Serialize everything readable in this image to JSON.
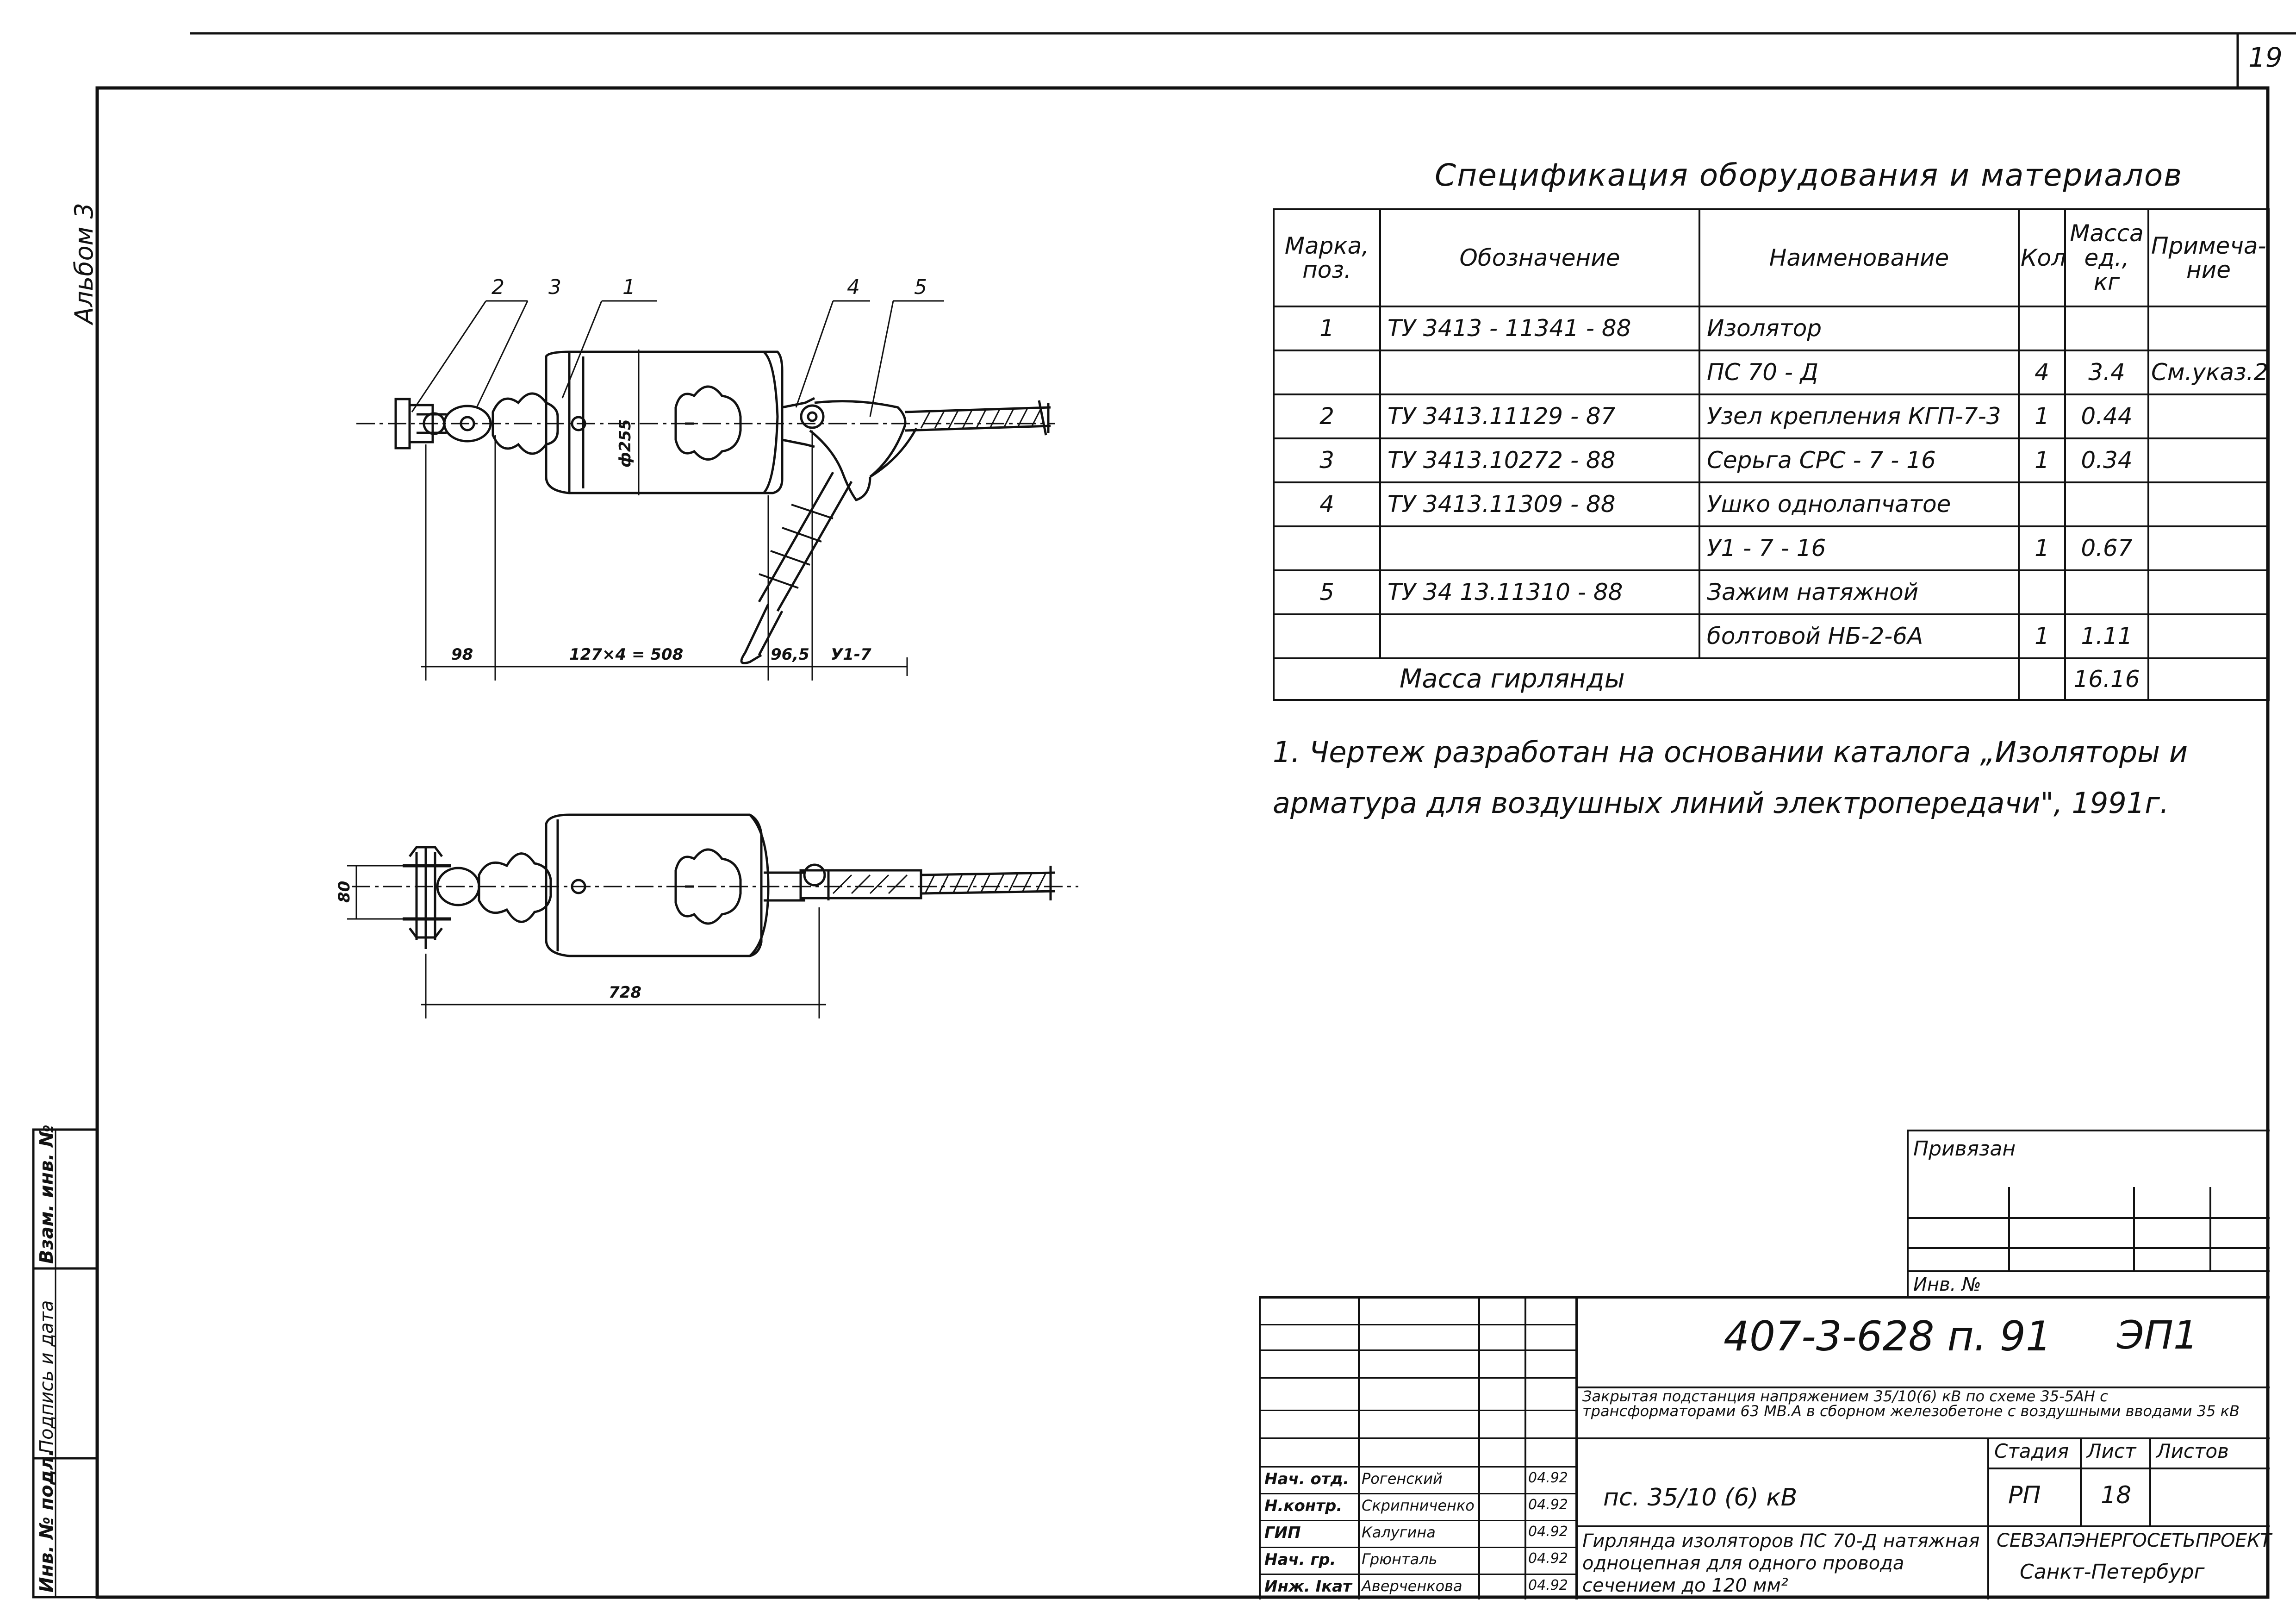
{
  "page_number": "19",
  "album_label": "Альбом 3",
  "left_stamp": {
    "inv_podl": "Инв. № подл.",
    "podpis_data": "Подпись и дата",
    "vzam_inv": "Взам. инв. №"
  },
  "drawing": {
    "callouts": [
      "2",
      "3",
      "1",
      "4",
      "5"
    ],
    "top_view": {
      "dims": [
        "98",
        "127×4 = 508",
        "96,5",
        "У1-7"
      ],
      "diameter": "ф255"
    },
    "bottom_view": {
      "dims": [
        "80",
        "728"
      ]
    }
  },
  "spec": {
    "title": "Спецификация оборудования и материалов",
    "headers": [
      "Марка, поз.",
      "Обозначение",
      "Наименование",
      "Кол.",
      "Масса ед., кг",
      "Примеча- ние"
    ],
    "rows": [
      [
        "1",
        "ТУ 3413 - 11341 - 88",
        "Изолятор",
        "",
        "",
        ""
      ],
      [
        "",
        "",
        "ПС 70 - Д",
        "4",
        "3.4",
        "См.указ.2"
      ],
      [
        "2",
        "ТУ 3413.11129 - 87",
        "Узел крепления КГП-7-3",
        "1",
        "0.44",
        ""
      ],
      [
        "3",
        "ТУ 3413.10272 - 88",
        "Серьга СРС - 7 - 16",
        "1",
        "0.34",
        ""
      ],
      [
        "4",
        "ТУ 3413.11309 - 88",
        "Ушко однолапчатое",
        "",
        "",
        ""
      ],
      [
        "",
        "",
        "У1 - 7 - 16",
        "1",
        "0.67",
        ""
      ],
      [
        "5",
        "ТУ 34 13.11310 - 88",
        "Зажим натяжной",
        "",
        "",
        ""
      ],
      [
        "",
        "",
        "болтовой НБ-2-6А",
        "1",
        "1.11",
        ""
      ]
    ],
    "total_label": "Масса гирлянды",
    "total_value": "16.16"
  },
  "notes": "1. Чертеж разработан на основании каталога „Изоляторы и арматура для воздушных линий электропередачи\", 1991г.",
  "privyazan": {
    "label": "Привязан",
    "inv_label": "Инв. №"
  },
  "title_block": {
    "code": "407-3-628 п. 91",
    "sheet_code": "ЭП1",
    "project_desc": "Закрытая подстанция напряжением 35/10(6) кВ по схеме 35-5АН с трансформаторами 63 МВ.А в сборном железобетоне с воздушными вводами 35 кВ",
    "object": "пс. 35/10 (6) кВ",
    "stage_label": "Стадия",
    "sheet_label": "Лист",
    "sheets_label": "Листов",
    "stage": "РП",
    "sheet": "18",
    "sheets": "",
    "sheet_title": "Гирлянда изоляторов ПС 70-Д натяжная одноцепная для одного провода сечением до 120 мм²",
    "org": "СЕВЗАПЭНЕРГОСЕТЬПРОЕКТ",
    "city": "Санкт-Петербург",
    "signatures": [
      {
        "role": "Нач. отд.",
        "name": "Рогенский",
        "date": "04.92"
      },
      {
        "role": "Н.контр.",
        "name": "Скрипниченко",
        "date": "04.92"
      },
      {
        "role": "ГИП",
        "name": "Калугина",
        "date": "04.92"
      },
      {
        "role": "Нач. гр.",
        "name": "Грюнталь",
        "date": "04.92"
      },
      {
        "role": "Инж. Iкат",
        "name": "Аверченкова",
        "date": "04.92"
      }
    ]
  }
}
